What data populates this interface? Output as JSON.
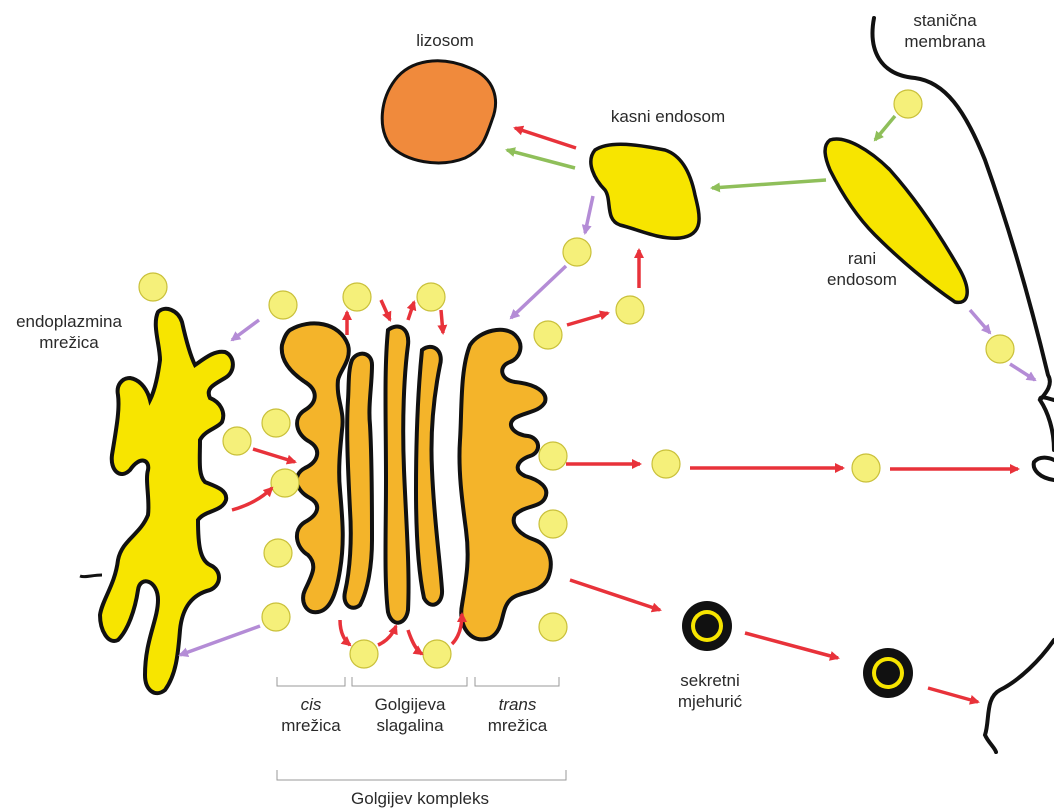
{
  "labels": {
    "lizosom": "lizosom",
    "kasni_endosom": "kasni endosom",
    "stanicna_membrana": [
      "stanična",
      "membrana"
    ],
    "rani_endosom": [
      "rani",
      "endosom"
    ],
    "endoplazmina_mrezica": [
      "endoplazmina",
      "mrežica"
    ],
    "cis": "cis",
    "cis_mrezica": "mrežica",
    "golgijeva": "Golgijeva",
    "slagalina": "slagalina",
    "trans": "trans",
    "trans_mrezica": "mrežica",
    "sekretni_mjehuric": [
      "sekretni",
      "mjehurić"
    ],
    "golgijev_kompleks": "Golgijev kompleks"
  },
  "colors": {
    "red_arrow": "#e8323a",
    "green_arrow": "#8fbf5a",
    "purple_arrow": "#b48cd6",
    "vesicle_fill": "#f5f07a",
    "er_fill": "#f7e500",
    "golgi_fill": "#f4b42a",
    "lysosome_fill": "#f08a3c",
    "outline": "#111111"
  }
}
